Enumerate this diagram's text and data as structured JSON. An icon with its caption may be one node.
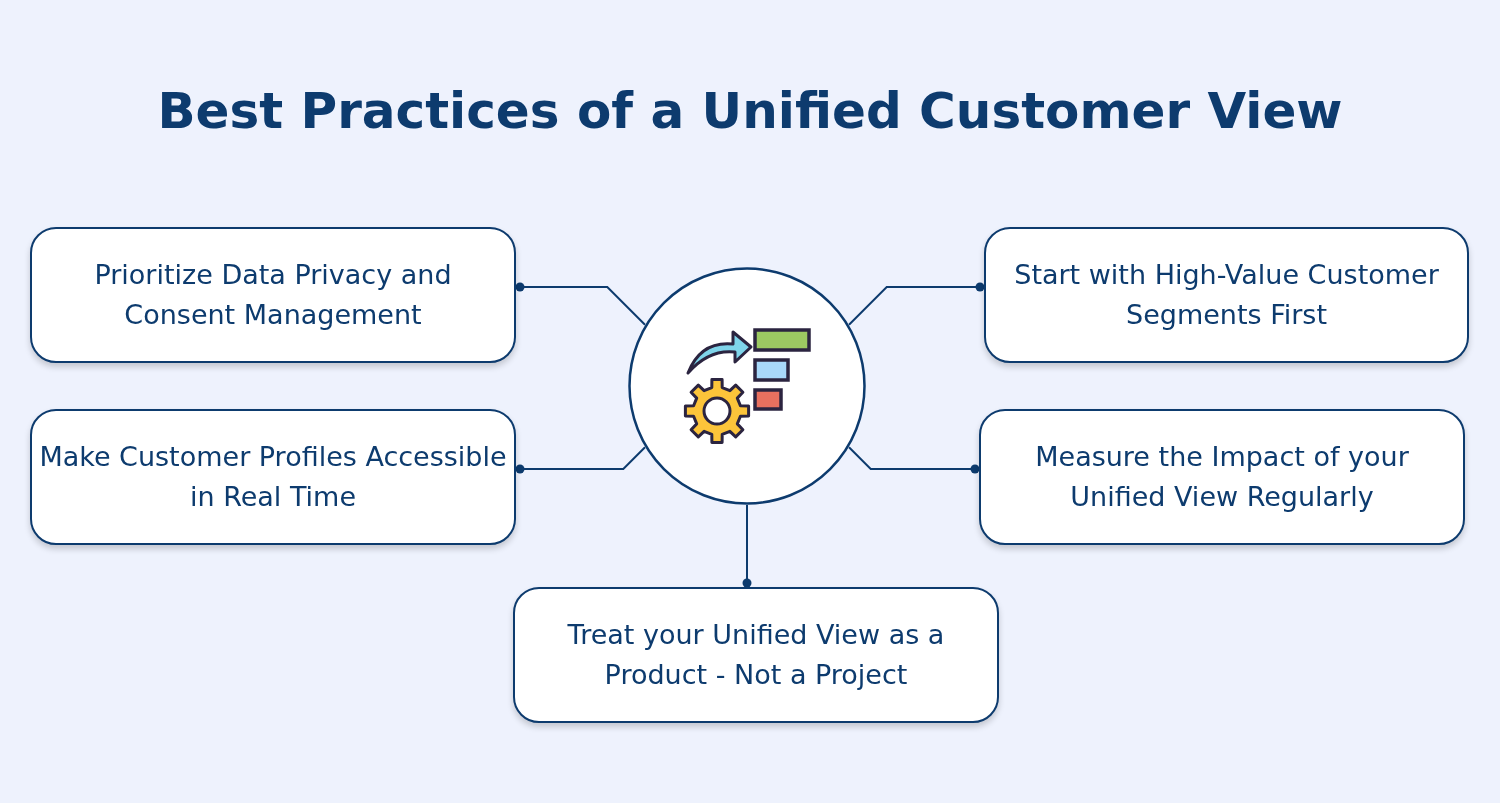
{
  "diagram": {
    "title": "Best Practices of a Unified Customer View",
    "nodes": [
      {
        "text": [
          "Prioritize Data Privacy and Consent Management"
        ]
      },
      {
        "text": [
          "Start with High-Value Customer Segments First"
        ]
      },
      {
        "text": [],
        "shape": "circle"
      },
      {
        "text": [
          "Make Customer Profiles Accessible in Real Time"
        ]
      },
      {
        "text": [
          "Measure the Impact of your Unified View Regularly"
        ]
      },
      {
        "text": [
          "Treat your Unified View as a Product - Not a Project"
        ]
      }
    ],
    "edges": [
      {
        "from": 2,
        "to": 0,
        "arrow": "other"
      },
      {
        "from": 2,
        "to": 1,
        "arrow": "other"
      },
      {
        "from": 2,
        "to": 3,
        "arrow": "other"
      },
      {
        "from": 2,
        "to": 4,
        "arrow": "other"
      },
      {
        "from": 2,
        "to": 5,
        "arrow": "other"
      }
    ]
  }
}
